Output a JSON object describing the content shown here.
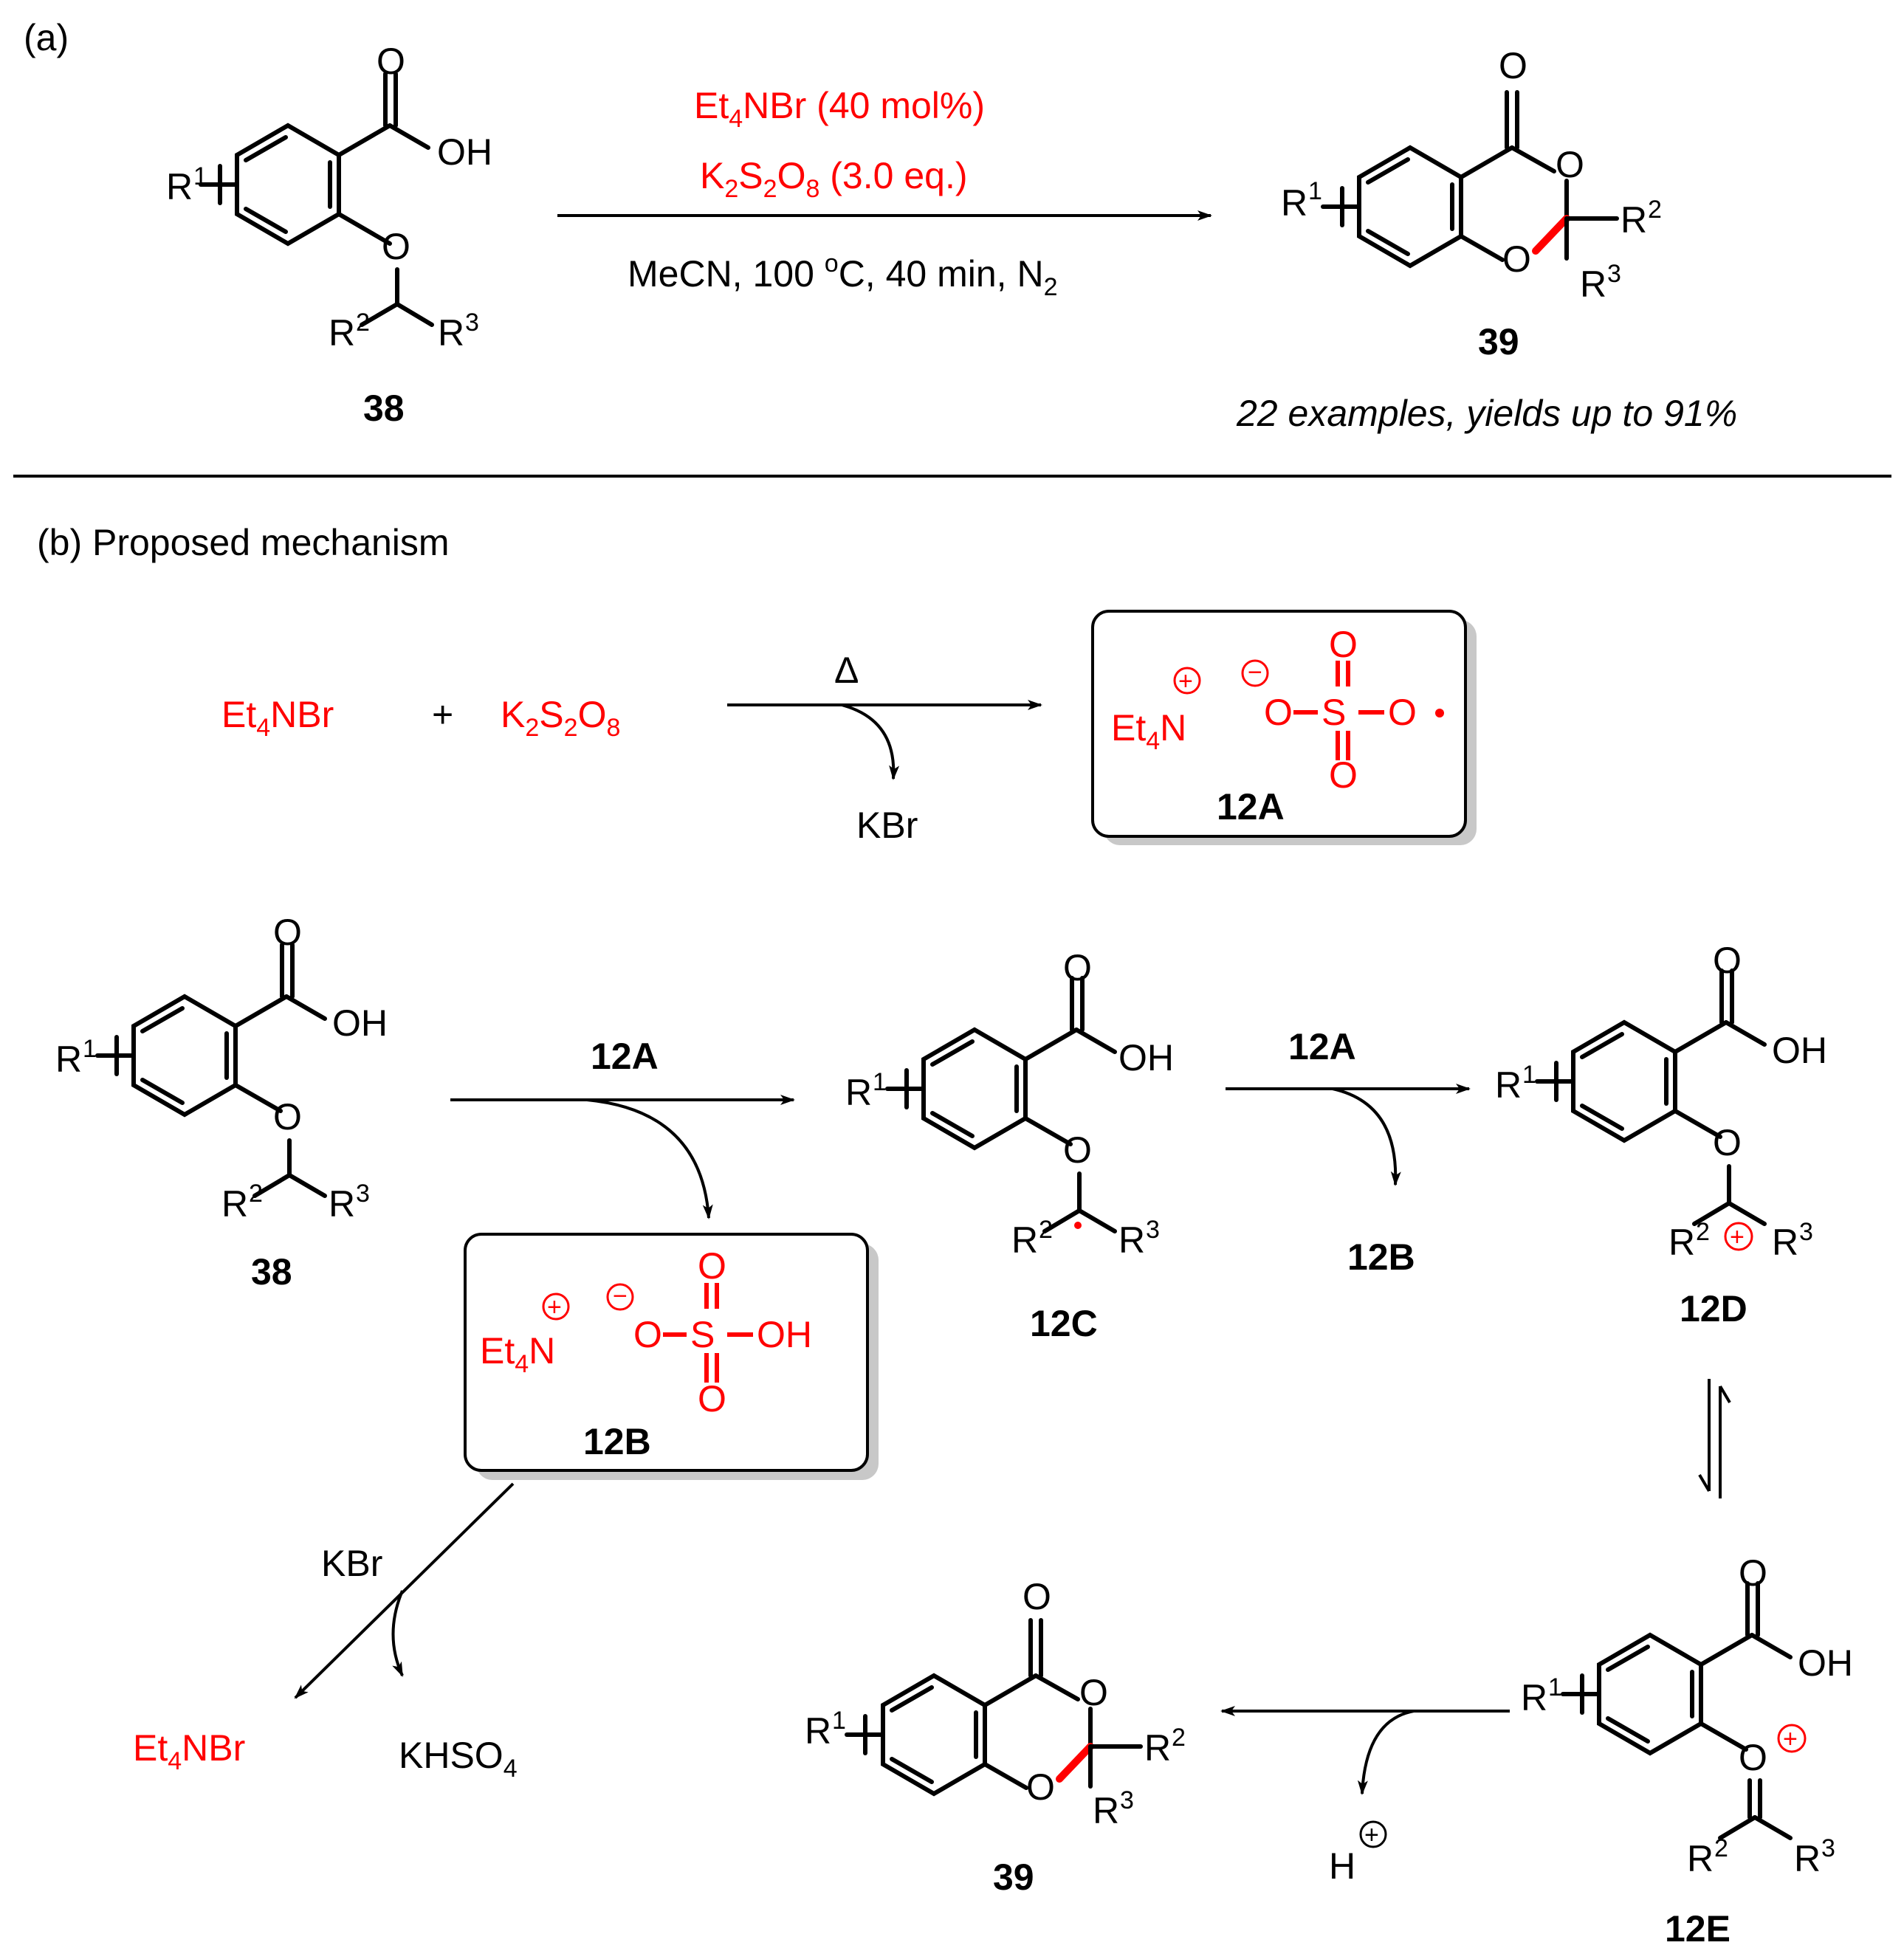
{
  "panel_a": {
    "label": "(a)",
    "reagent1_main": "Et",
    "reagent1_sub": "4",
    "reagent1_rest": "NBr (40 mol%)",
    "reagent2_k": "K",
    "reagent2_s1": "2",
    "reagent2_s": "S",
    "reagent2_s2": "2",
    "reagent2_o": "O",
    "reagent2_s3": "8",
    "reagent2_rest": " (3.0 eq.)",
    "cond_main": "MeCN, 100 ",
    "cond_sup": "o",
    "cond_mid": "C, 40 min, N",
    "cond_sub": "2",
    "sm_label": "38",
    "prod_label": "39",
    "examples": "22 examples, yields up to 91%"
  },
  "panel_b": {
    "title": "(b) Proposed mechanism",
    "et4nbr_a": "Et",
    "et4nbr_sub": "4",
    "et4nbr_b": "NBr",
    "plus": "+",
    "k2s2o8_k": "K",
    "k2s2o8_s1": "2",
    "k2s2o8_s": "S",
    "k2s2o8_s2": "2",
    "k2s2o8_o": "O",
    "k2s2o8_s3": "8",
    "heat": "Δ",
    "kbr": "KBr",
    "box_12a": "12A",
    "box_12b": "12B",
    "arrow1_label": "12A",
    "arrow2_label": "12A",
    "out_12b": "12B",
    "label_12c": "12C",
    "label_12d": "12D",
    "label_12e": "12E",
    "label_38": "38",
    "label_39": "39",
    "kbr2": "KBr",
    "khso4_a": "KHSO",
    "khso4_sub": "4",
    "regen_a": "Et",
    "regen_sub": "4",
    "regen_b": "NBr",
    "hplus": "H"
  },
  "atoms": {
    "O": "O",
    "OH": "OH",
    "R": "R",
    "one": "1",
    "two": "2",
    "three": "3",
    "S": "S",
    "Et": "Et",
    "N": "N",
    "four": "4",
    "plus": "+",
    "minus": "−"
  },
  "colors": {
    "accent": "#ff0000",
    "ink": "#000000",
    "shadow": "#c8c8c8"
  }
}
